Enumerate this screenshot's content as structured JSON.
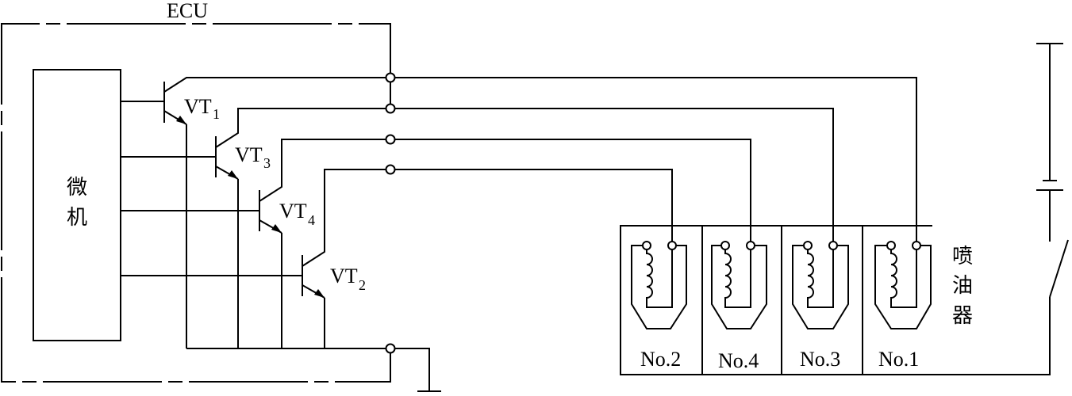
{
  "labels": {
    "ecu": "ECU",
    "microcomputer": [
      "微",
      "机"
    ],
    "injector_label": [
      "喷",
      "油",
      "器"
    ]
  },
  "transistors": [
    {
      "name": "VT",
      "sub": "1"
    },
    {
      "name": "VT",
      "sub": "3"
    },
    {
      "name": "VT",
      "sub": "4"
    },
    {
      "name": "VT",
      "sub": "2"
    }
  ],
  "injectors": [
    {
      "label": "No.2"
    },
    {
      "label": "No.4"
    },
    {
      "label": "No.3"
    },
    {
      "label": "No.1"
    }
  ]
}
